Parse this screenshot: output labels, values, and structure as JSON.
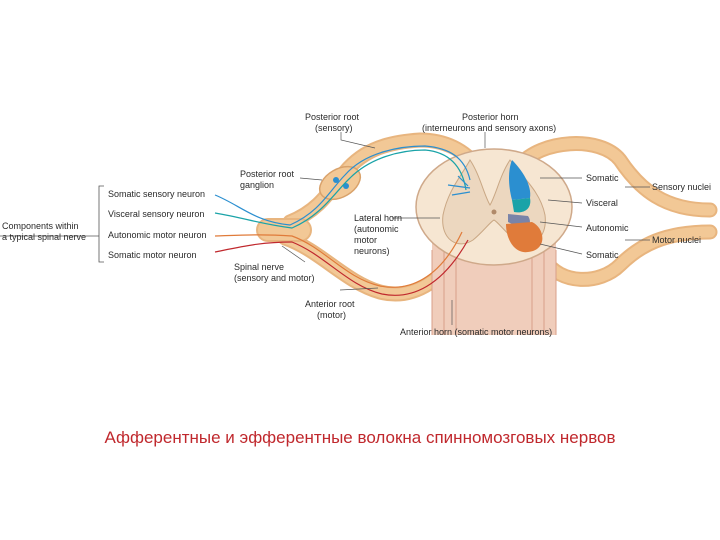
{
  "diagram": {
    "labels": {
      "posterior_root_1": "Posterior root",
      "posterior_root_2": "(sensory)",
      "posterior_horn_1": "Posterior horn",
      "posterior_horn_2": "(interneurons and sensory axons)",
      "ganglion_1": "Posterior root",
      "ganglion_2": "ganglion",
      "components_1": "Components within",
      "components_2": "a typical spinal nerve",
      "somatic_sensory": "Somatic sensory neuron",
      "visceral_sensory": "Visceral sensory neuron",
      "autonomic_motor": "Autonomic motor neuron",
      "somatic_motor": "Somatic motor neuron",
      "lateral_horn_1": "Lateral horn",
      "lateral_horn_2": "(autonomic",
      "lateral_horn_3": "motor",
      "lateral_horn_4": "neurons)",
      "spinal_nerve_1": "Spinal nerve",
      "spinal_nerve_2": "(sensory and motor)",
      "anterior_root_1": "Anterior root",
      "anterior_root_2": "(motor)",
      "anterior_horn": "Anterior horn (somatic motor neurons)",
      "somatic_right": "Somatic",
      "visceral_right": "Visceral",
      "autonomic_right": "Autonomic",
      "somatic_right_2": "Somatic",
      "sensory_nuclei": "Sensory nuclei",
      "motor_nuclei": "Motor nuclei"
    },
    "colors": {
      "somatic_sensory": "#2b8fd0",
      "visceral_sensory": "#1aa3a8",
      "autonomic_motor": "#e07b3a",
      "somatic_motor": "#c0282d",
      "nerve_tan": "#f2c896",
      "spinal_section": "#f6e6d2"
    }
  },
  "caption": "Афферентные и эфферентные волокна спинномозговых нервов"
}
